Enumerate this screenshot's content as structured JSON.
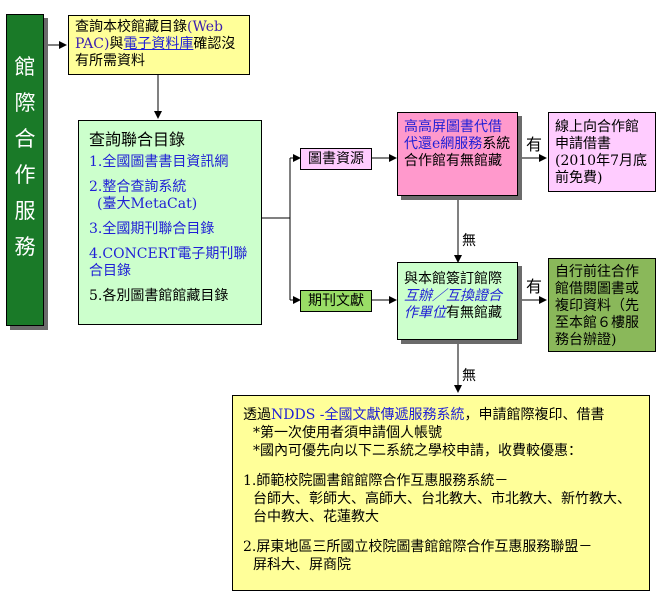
{
  "side_title": {
    "chars": [
      "館",
      "際",
      "合",
      "作",
      "服",
      "務"
    ]
  },
  "box_catalog": {
    "pre": "查詢本校館藏目錄",
    "webpac": "(Web PAC)",
    "mid": "與",
    "db": "電子資料庫",
    "post": "確認沒有所需資料"
  },
  "box_union": {
    "title": "查詢聯合目錄",
    "items": [
      "1.全國圖書書目資訊網",
      "2.整合查詢系統",
      "(臺大MetaCat)",
      "3.全國期刊聯合目錄",
      "4.CONCERT電子期刊聯合目錄",
      "5.各別圖書館館藏目錄"
    ]
  },
  "label_books": "圖書資源",
  "label_journals": "期刊文獻",
  "box_gaoping": {
    "line1": "高高屏圖書代借代還e網服務",
    "line2": "系統合作館有無館藏"
  },
  "box_online": {
    "line1": "線上向合作館申請借書",
    "line2": "(2010年7月底前免費)"
  },
  "box_partner": {
    "pre": "與本館簽訂館際",
    "link": "互辦／互換證合作單位",
    "post": "有無館藏"
  },
  "box_visit": {
    "text": "自行前往合作館借閱圖書或複印資料（先至本館６樓服務台辦證)"
  },
  "label_yes_1": "有",
  "label_no_1": "無",
  "label_yes_2": "有",
  "label_no_2": "無",
  "box_ndds": {
    "pre": "透過",
    "link": "NDDS -全國文獻傳遞服務系統",
    "post": "，申請館際複印、借書",
    "note1": "*第一次使用者須申請個人帳號",
    "note2": "*國內可優先向以下二系統之學校申請，收費較優惠：",
    "sys1_title": "1.師範校院圖書館館際合作互惠服務系統－",
    "sys1_members": "台師大、彰師大、高師大、台北教大、市北教大、新竹教大、台中教大、花蓮教大",
    "sys2_title": "2.屏東地區三所國立校院圖書館館際合作互惠服務聯盟－",
    "sys2_members": "屏科大、屏商院"
  },
  "colors": {
    "green_dark": "#1a7a28",
    "yellow": "#ffff99",
    "green_light": "#ccffcc",
    "pink": "#ff99cc",
    "lavender": "#ffccff",
    "green_mid": "#99dd66",
    "olive": "#8ab85a",
    "link_blue": "#1f1fd6"
  }
}
